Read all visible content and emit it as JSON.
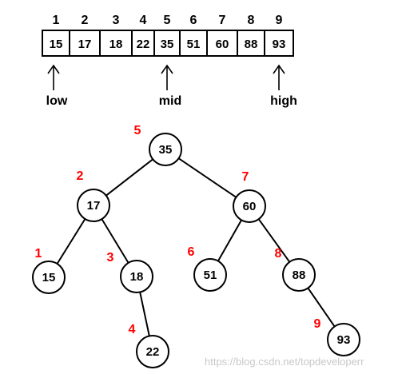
{
  "array": {
    "indices": [
      "1",
      "2",
      "3",
      "4",
      "5",
      "6",
      "7",
      "8",
      "9"
    ],
    "values": [
      "15",
      "17",
      "18",
      "22",
      "35",
      "51",
      "60",
      "88",
      "93"
    ]
  },
  "pointers": [
    {
      "label": "low",
      "index": 1
    },
    {
      "label": "mid",
      "index": 5
    },
    {
      "label": "high",
      "index": 9
    }
  ],
  "tree": {
    "nodes": [
      {
        "id": "n35",
        "value": "35",
        "order": "5"
      },
      {
        "id": "n17",
        "value": "17",
        "order": "2"
      },
      {
        "id": "n60",
        "value": "60",
        "order": "7"
      },
      {
        "id": "n15",
        "value": "15",
        "order": "1"
      },
      {
        "id": "n18",
        "value": "18",
        "order": "3"
      },
      {
        "id": "n51",
        "value": "51",
        "order": "6"
      },
      {
        "id": "n88",
        "value": "88",
        "order": "8"
      },
      {
        "id": "n22",
        "value": "22",
        "order": "4"
      },
      {
        "id": "n93",
        "value": "93",
        "order": "9"
      }
    ],
    "edges": [
      [
        "n35",
        "n17"
      ],
      [
        "n35",
        "n60"
      ],
      [
        "n17",
        "n15"
      ],
      [
        "n17",
        "n18"
      ],
      [
        "n60",
        "n51"
      ],
      [
        "n60",
        "n88"
      ],
      [
        "n18",
        "n22"
      ],
      [
        "n88",
        "n93"
      ]
    ]
  },
  "watermark": "https://blog.csdn.net/topdeveloperr",
  "colors": {
    "order_label": "#ff0000",
    "stroke": "#000000",
    "watermark": "#c8c8c8"
  }
}
